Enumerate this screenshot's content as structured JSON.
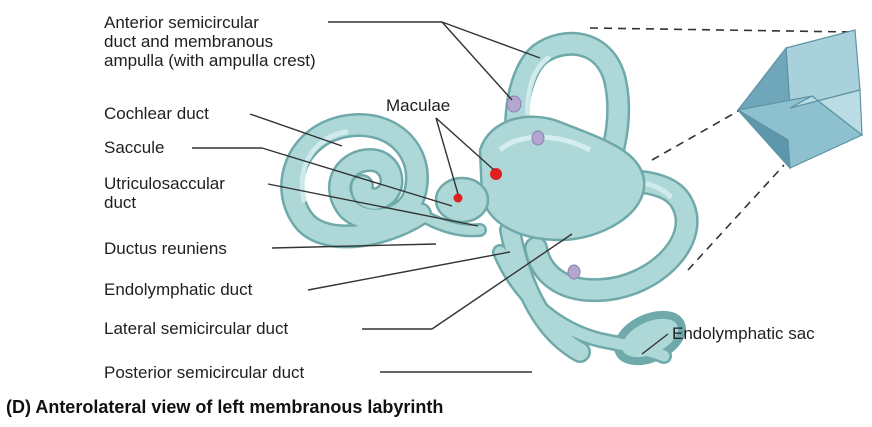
{
  "labels": {
    "anterior_semicircular_duct": [
      "Anterior semicircular",
      "duct and membranous",
      "ampulla (with ampulla crest)"
    ],
    "maculae": "Maculae",
    "cochlear_duct": "Cochlear duct",
    "saccule": "Saccule",
    "utriculosaccular_duct": [
      "Utriculosaccular",
      "duct"
    ],
    "ductus_reuniens": "Ductus reuniens",
    "endolymphatic_duct": "Endolymphatic duct",
    "lateral_semicircular_duct": "Lateral semicircular duct",
    "posterior_semicircular_duct": "Posterior semicircular duct",
    "endolymphatic_sac": "Endolymphatic sac"
  },
  "caption": "(D) Anterolateral view of left membranous labyrinth",
  "colors": {
    "tissue_fill": "#aed8d8",
    "tissue_edge": "#6fa9aa",
    "tissue_highlight": "#d4eded",
    "tissue_shadow": "#82b9ba",
    "macula": "#e0201e",
    "ampulla_crest": "#b3a6cf",
    "plane_fill": "#8ec1d0",
    "leader_line": "#333333"
  }
}
